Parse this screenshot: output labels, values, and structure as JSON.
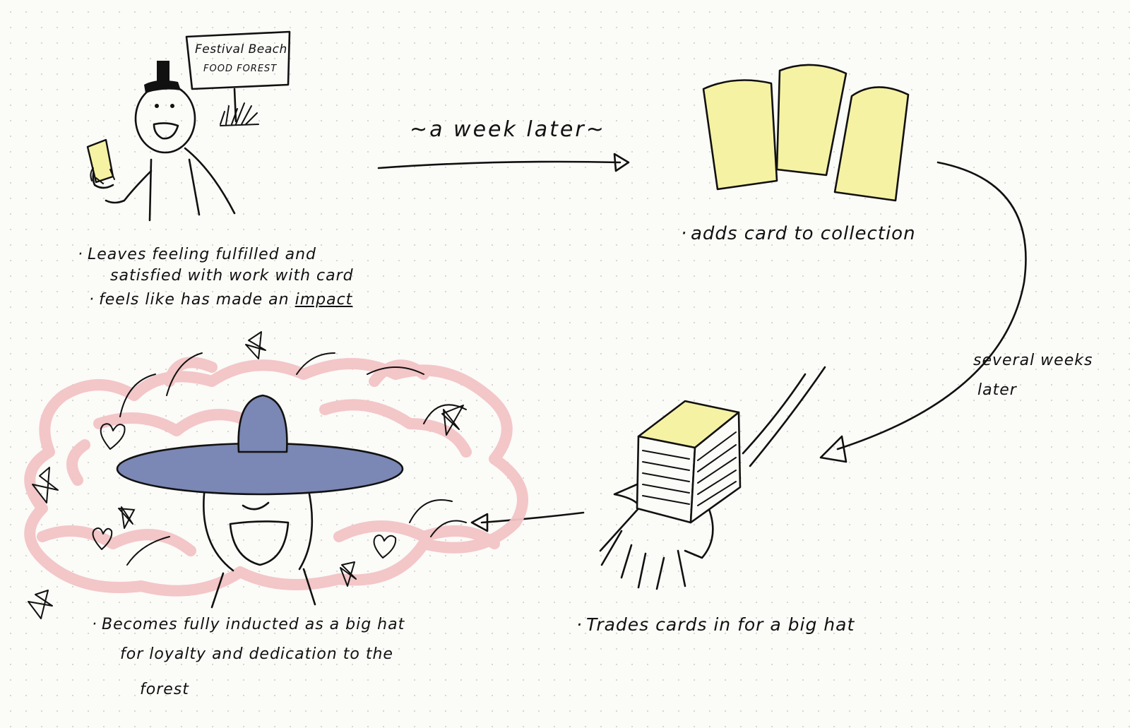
{
  "sign": {
    "line1": "Festival Beach",
    "line2": "FOOD FOREST"
  },
  "step1": {
    "bullets": [
      {
        "text": "Leaves feeling fulfilled and"
      },
      {
        "text": "satisfied with work with card"
      },
      {
        "prefix": "feels like has made an ",
        "emph": "impact"
      }
    ]
  },
  "transition1": "~a week later~",
  "step2": {
    "caption": "adds card to collection"
  },
  "transition2": {
    "line1": "several weeks",
    "line2": "later"
  },
  "step3": {
    "caption": "Trades cards in for a big hat"
  },
  "step4": {
    "lines": [
      "Becomes fully inducted as a big hat",
      "for loyalty and dedication to the",
      "forest"
    ]
  },
  "colors": {
    "ink": "#111111",
    "card_yellow": "#f6f2a4",
    "hat_blue": "#7b87b4",
    "aura_pink": "#f3c4c6"
  }
}
